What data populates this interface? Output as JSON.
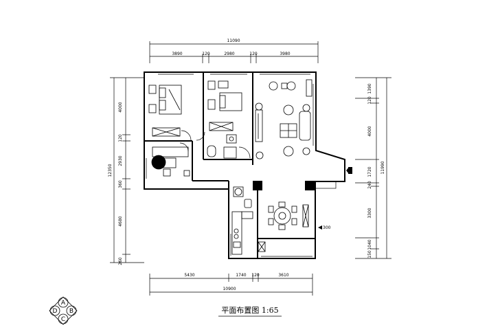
{
  "title": "平面布置图 1:65",
  "dimensions": {
    "top_total": "11090",
    "top_segments": [
      "3890",
      "120",
      "2980",
      "120",
      "3980"
    ],
    "bottom_segments": [
      "5430",
      "1740",
      "120",
      "3610"
    ],
    "bottom_total": "10900",
    "left_segments": [
      "4000",
      "120",
      "2930",
      "360",
      "4680",
      "260"
    ],
    "left_total": "12350",
    "right_segments": [
      "1390",
      "120",
      "4000",
      "1720",
      "240",
      "3300",
      "1040",
      "150"
    ],
    "right_total": "11990"
  },
  "annotations": {
    "elevation_mark": "300"
  },
  "compass_seal": {
    "letters": [
      "A",
      "B",
      "C",
      "D"
    ]
  }
}
